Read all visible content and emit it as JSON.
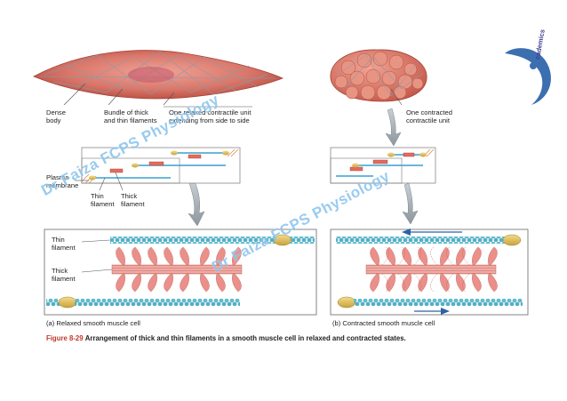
{
  "labels": {
    "dense_body": "Dense\nbody",
    "bundle": "Bundle of thick\nand thin filaments",
    "relaxed_unit": "One relaxed contractile unit\nextending from side to side",
    "contracted_unit": "One contracted\ncontractile unit",
    "plasma_membrane": "Plasma\nmembrane",
    "thin_filament_top": "Thin\nfilament",
    "thick_filament_top": "Thick\nfilament",
    "thin_filament_panel": "Thin\nfilament",
    "thick_filament_panel": "Thick\nfilament"
  },
  "panels": {
    "a": "(a)  Relaxed smooth muscle cell",
    "b": "(b)  Contracted smooth muscle cell"
  },
  "caption": {
    "number": "Figure 8-29",
    "text": "Arrangement of thick and thin filaments in a smooth muscle cell in relaxed and contracted states."
  },
  "watermark": {
    "text_1": "Dr Faiza FCPS Physiology",
    "text_2": "Dr Faiza FCPS Physiology"
  },
  "logo": {
    "text": "cademics"
  },
  "colors": {
    "cell": "#d9776a",
    "cell_dark": "#b64a3e",
    "thin_filament": "#4fb3c9",
    "thick_filament": "#e8a09a",
    "myosin_head": "#ea8f8a",
    "dense_body": "#e2c15a",
    "arrow": "#2b62a8",
    "big_arrow": "#9aa3ab",
    "watermark": "#46a0e1"
  }
}
